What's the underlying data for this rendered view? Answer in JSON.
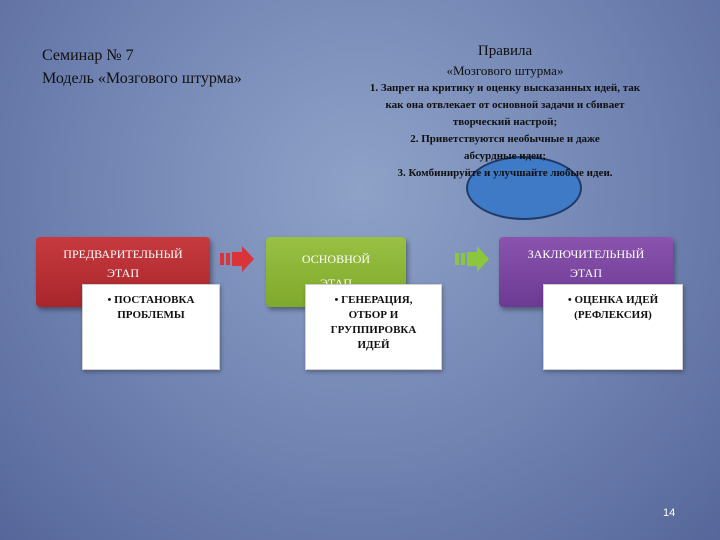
{
  "title": {
    "line1": "Семинар № 7",
    "line2": "Модель «Мозгового штурма»"
  },
  "rules": {
    "heading": "Правила",
    "subheading": "«Мозгового штурма»",
    "items": [
      "1.  Запрет на критику и  оценку высказанных идей, так как она отвлекает от основной задачи  и сбивает творческий настрой;",
      "2.  Приветствуются необычные и даже абсурдные идеи;",
      "3.  Комбинируйте и улучшайте любые идеи."
    ]
  },
  "stages": [
    {
      "label": "ПРЕДВАРИТЕЛЬНЫЙ ЭТАП",
      "line1": "ПРЕДВАРИТЕЛЬНЫЙ",
      "line2": "ЭТАП",
      "card": [
        "• ПОСТАНОВКА",
        "ПРОБЛЕМЫ"
      ],
      "color": "#b52f33"
    },
    {
      "label": "ОСНОВНОЙ ЭТАП",
      "line1": "ОСНОВНОЙ",
      "line2": "ЭТАП",
      "card": [
        "• ГЕНЕРАЦИЯ,",
        "ОТБОР И",
        "ГРУППИРОВКА",
        "ИДЕЙ"
      ],
      "color": "#8cb537"
    },
    {
      "label": "ЗАКЛЮЧИТЕЛЬНЫЙ ЭТАП",
      "line1": "ЗАКЛЮЧИТЕЛЬНЫЙ",
      "line2": "ЭТАП",
      "card": [
        "• ОЦЕНКА ИДЕЙ",
        "(РЕФЛЕКСИЯ)"
      ],
      "color": "#7a45a0"
    }
  ],
  "arrows": {
    "first_color": "#d8343a",
    "second_color": "#8cc63f"
  },
  "page_number": "14"
}
